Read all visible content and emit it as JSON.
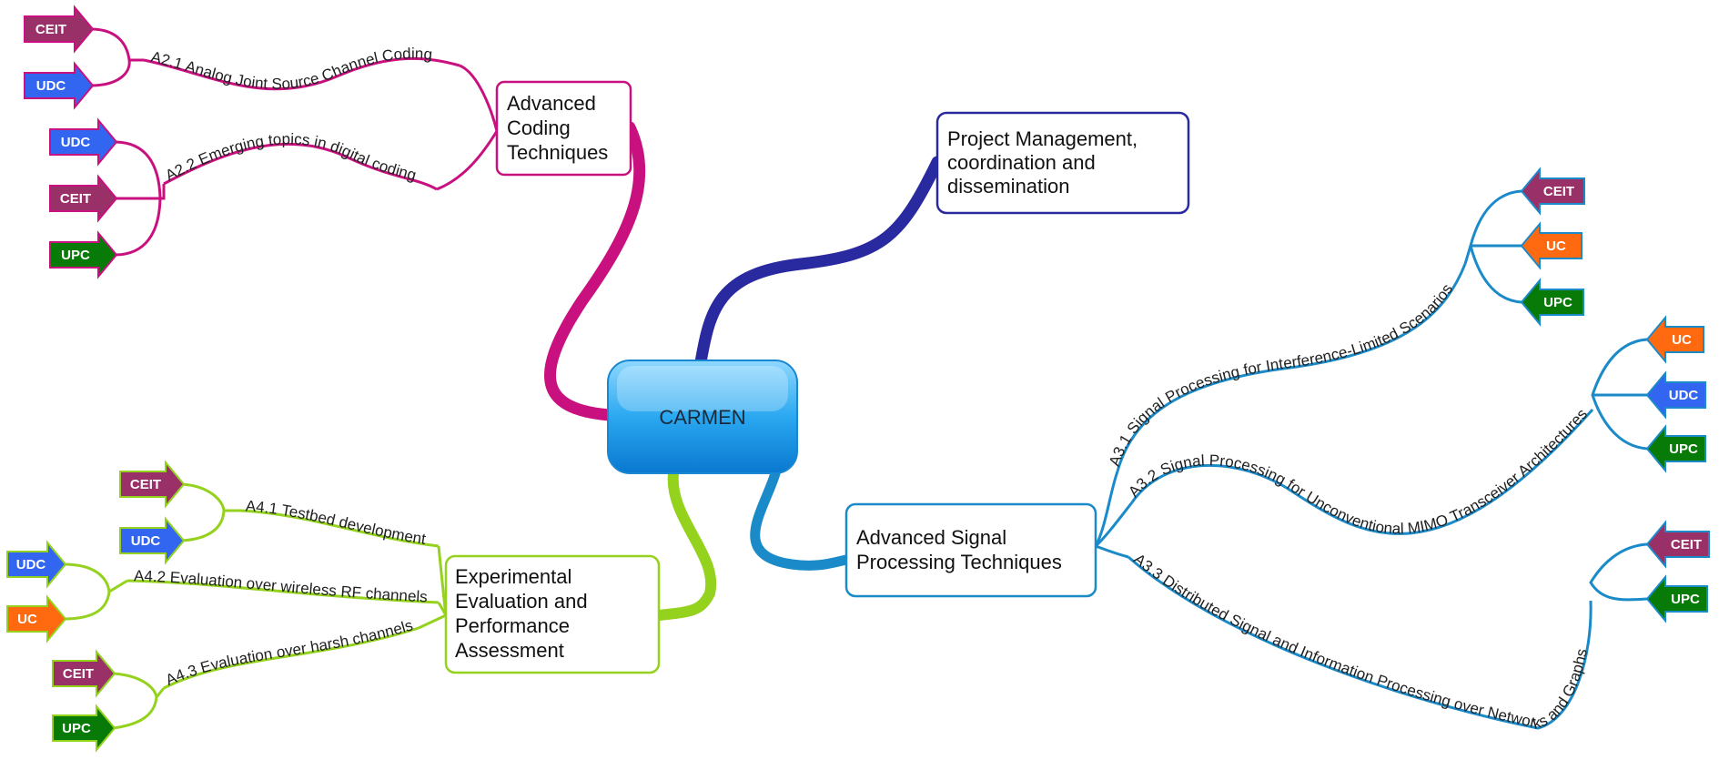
{
  "colors": {
    "coding": "#c8107f",
    "management": "#2a2aa0",
    "signal": "#1a8ac8",
    "experimental": "#94d21e",
    "center_fill": "#2aa8f0",
    "ceit": "#9a3068",
    "udc": "#3366f0",
    "upc": "#087a08",
    "uc": "#ff6a10"
  },
  "center": {
    "label": "CARMEN"
  },
  "topics": {
    "coding": {
      "lines": [
        "Advanced",
        "Coding",
        "Techniques"
      ]
    },
    "management": {
      "lines": [
        "Project Management,",
        "coordination and",
        "dissemination"
      ]
    },
    "signal": {
      "lines": [
        "Advanced Signal",
        "Processing Techniques"
      ]
    },
    "experimental": {
      "lines": [
        "Experimental",
        "Evaluation and",
        "Performance",
        "Assessment"
      ]
    }
  },
  "activities": {
    "a21": "A2.1 Analog Joint Source Channel Coding",
    "a22": "A2.2 Emerging topics in digital coding",
    "a31": "A3.1 Signal Processing for Interference-Limited Scenarios",
    "a32": "A3.2 Signal Processing for Unconventional MIMO Transceiver Architectures",
    "a33": "A3.3 Distributed Signal and Information Processing over Networks and Graphs",
    "a41": "A4.1 Testbed development",
    "a42": "A4.2 Evaluation over wireless RF channels",
    "a43": "A4.3 Evaluation over harsh channels"
  },
  "partners": {
    "a21": [
      "CEIT",
      "UDC"
    ],
    "a22": [
      "UDC",
      "CEIT",
      "UPC"
    ],
    "a31": [
      "CEIT",
      "UC",
      "UPC"
    ],
    "a32": [
      "UC",
      "UDC",
      "UPC"
    ],
    "a33": [
      "CEIT",
      "UPC"
    ],
    "a41": [
      "CEIT",
      "UDC"
    ],
    "a42": [
      "UDC",
      "UC"
    ],
    "a43": [
      "CEIT",
      "UPC"
    ]
  }
}
